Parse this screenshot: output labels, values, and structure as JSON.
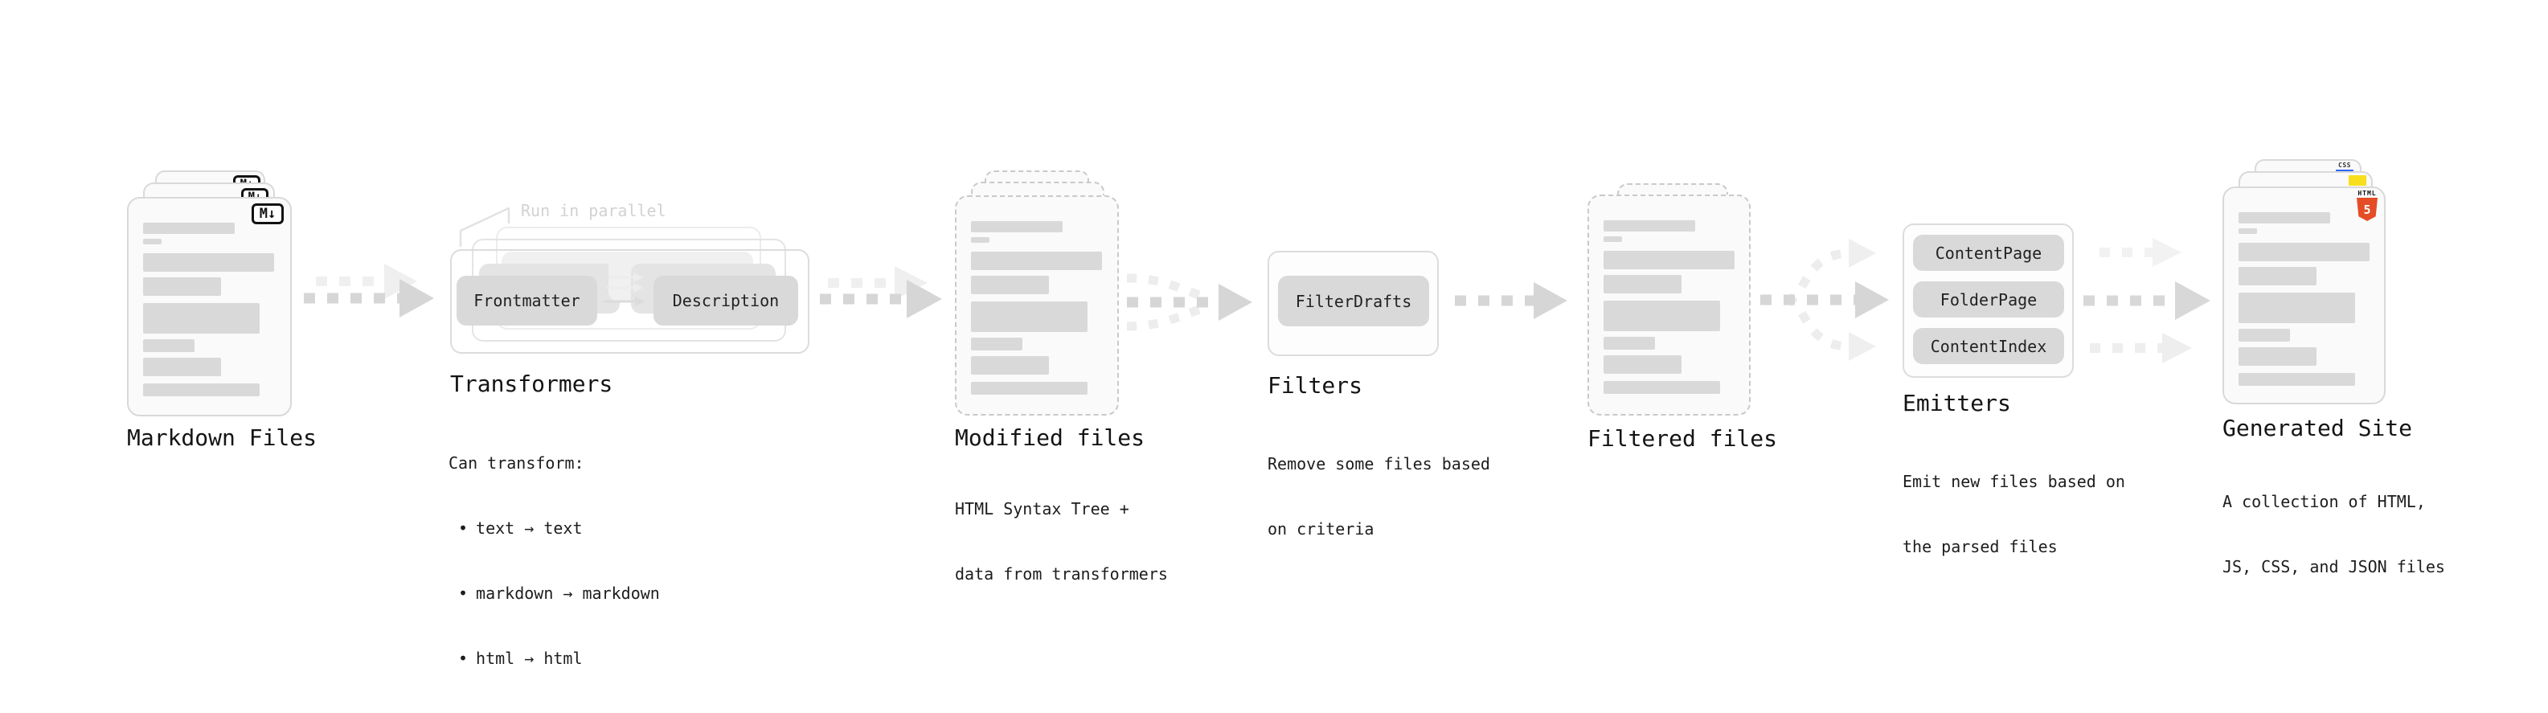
{
  "markdown_files": {
    "title": "Markdown Files",
    "badge": "M↓"
  },
  "transformers": {
    "title": "Transformers",
    "parallel_label": "Run in parallel",
    "left_pill": "Frontmatter",
    "right_pill": "Description",
    "note_heading": "Can transform:",
    "bullet_char": "•",
    "bullets": [
      "text → text",
      "markdown → markdown",
      "html → html"
    ]
  },
  "modified_files": {
    "title": "Modified files",
    "subtitle": [
      "HTML Syntax Tree +",
      "data from transformers"
    ]
  },
  "filters": {
    "title": "Filters",
    "pill": "FilterDrafts",
    "subtitle": [
      "Remove some files based",
      "on criteria"
    ]
  },
  "filtered_files": {
    "title": "Filtered files"
  },
  "emitters": {
    "title": "Emitters",
    "pills": [
      "ContentPage",
      "FolderPage",
      "ContentIndex"
    ],
    "subtitle": [
      "Emit new files based on",
      "the parsed files"
    ]
  },
  "generated_site": {
    "title": "Generated Site",
    "subtitle": [
      "A collection of HTML,",
      "JS, CSS, and JSON files"
    ],
    "css_badge_label": "CSS",
    "html_badge_label": "HTML",
    "html_shield_number": "5"
  },
  "colors": {
    "bar": "#d9d9d9",
    "arrow_dark": "#d6d6d6",
    "arrow_light": "#ededed",
    "html5_orange": "#e44d26",
    "js_yellow": "#f7df1e",
    "css_blue": "#2b66f6"
  }
}
